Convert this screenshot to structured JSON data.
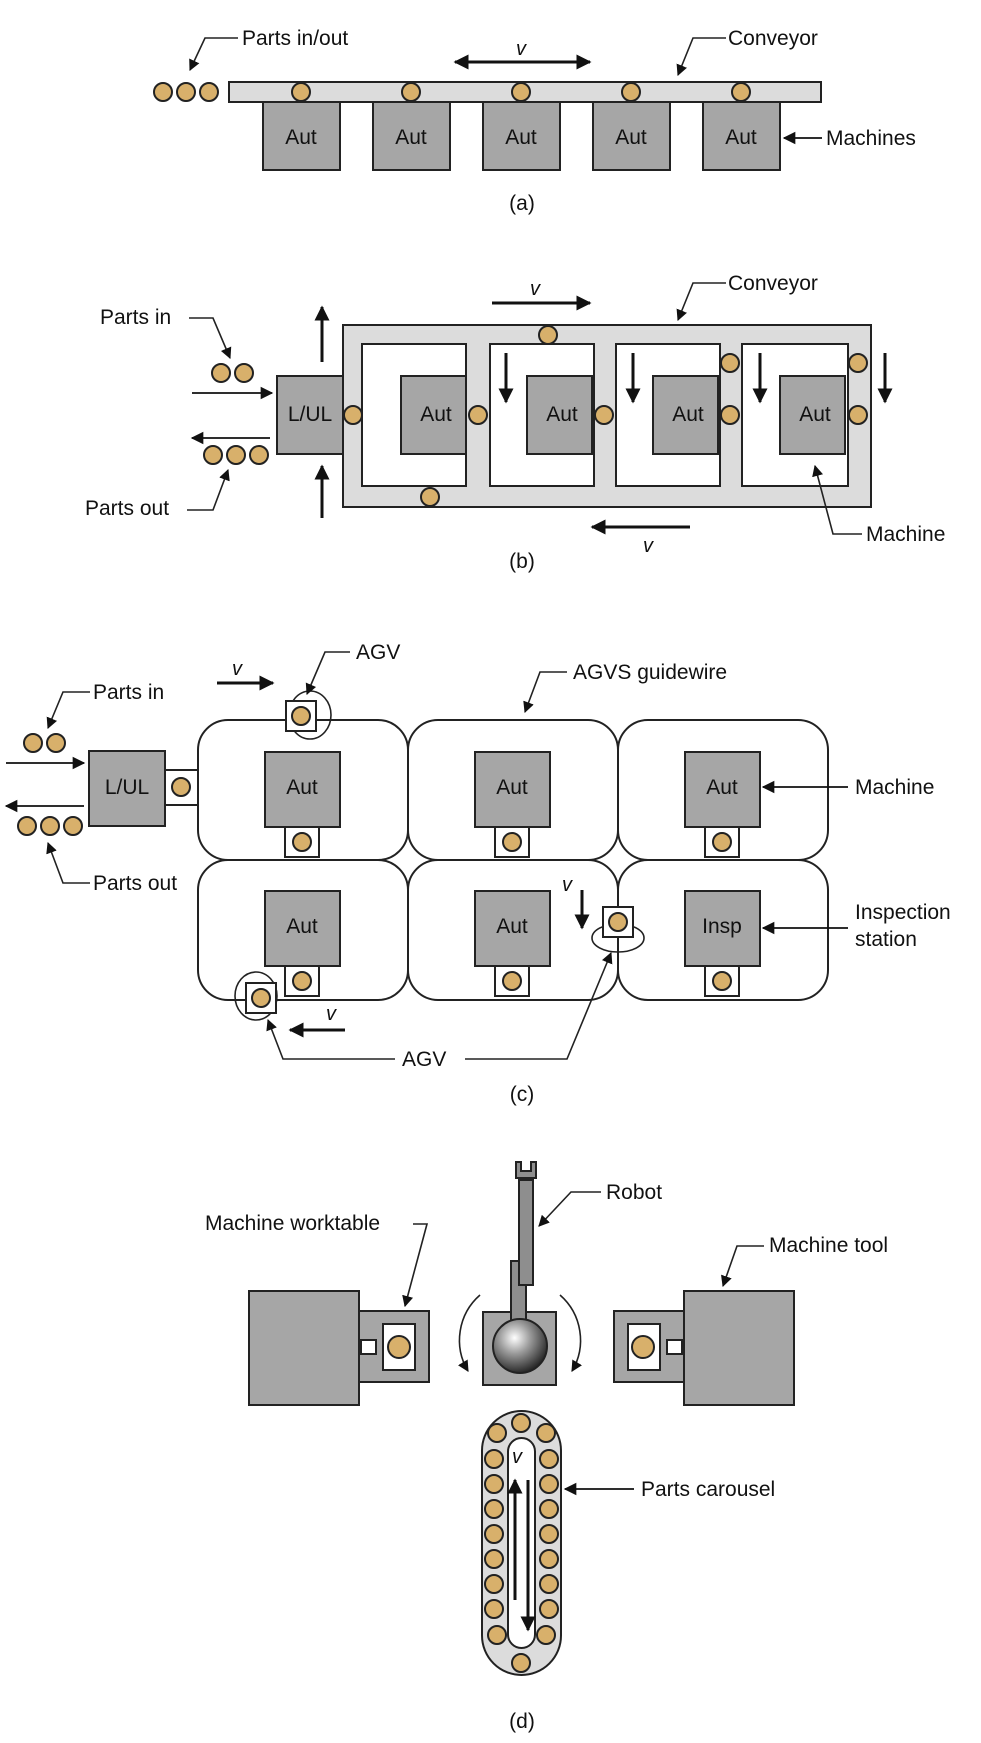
{
  "panel_a": {
    "parts_in_out": "Parts in/out",
    "conveyor": "Conveyor",
    "velocity": "v",
    "machine_label": "Aut",
    "machines": "Machines",
    "caption": "(a)"
  },
  "panel_b": {
    "conveyor": "Conveyor",
    "parts_in": "Parts in",
    "parts_out": "Parts out",
    "load_unload": "L/UL",
    "machine_label": "Aut",
    "machine": "Machine",
    "velocity": "v",
    "caption": "(b)"
  },
  "panel_c": {
    "agv_top": "AGV",
    "guidewire": "AGVS guidewire",
    "parts_in": "Parts in",
    "parts_out": "Parts out",
    "load_unload": "L/UL",
    "machine_label": "Aut",
    "inspection_label": "Insp",
    "machine": "Machine",
    "inspection_line1": "Inspection",
    "inspection_line2": "station",
    "agv_bottom": "AGV",
    "velocity": "v",
    "caption": "(c)"
  },
  "panel_d": {
    "robot": "Robot",
    "machine_worktable": "Machine worktable",
    "machine_tool": "Machine tool",
    "parts_carousel": "Parts carousel",
    "velocity": "v",
    "caption": "(d)"
  }
}
